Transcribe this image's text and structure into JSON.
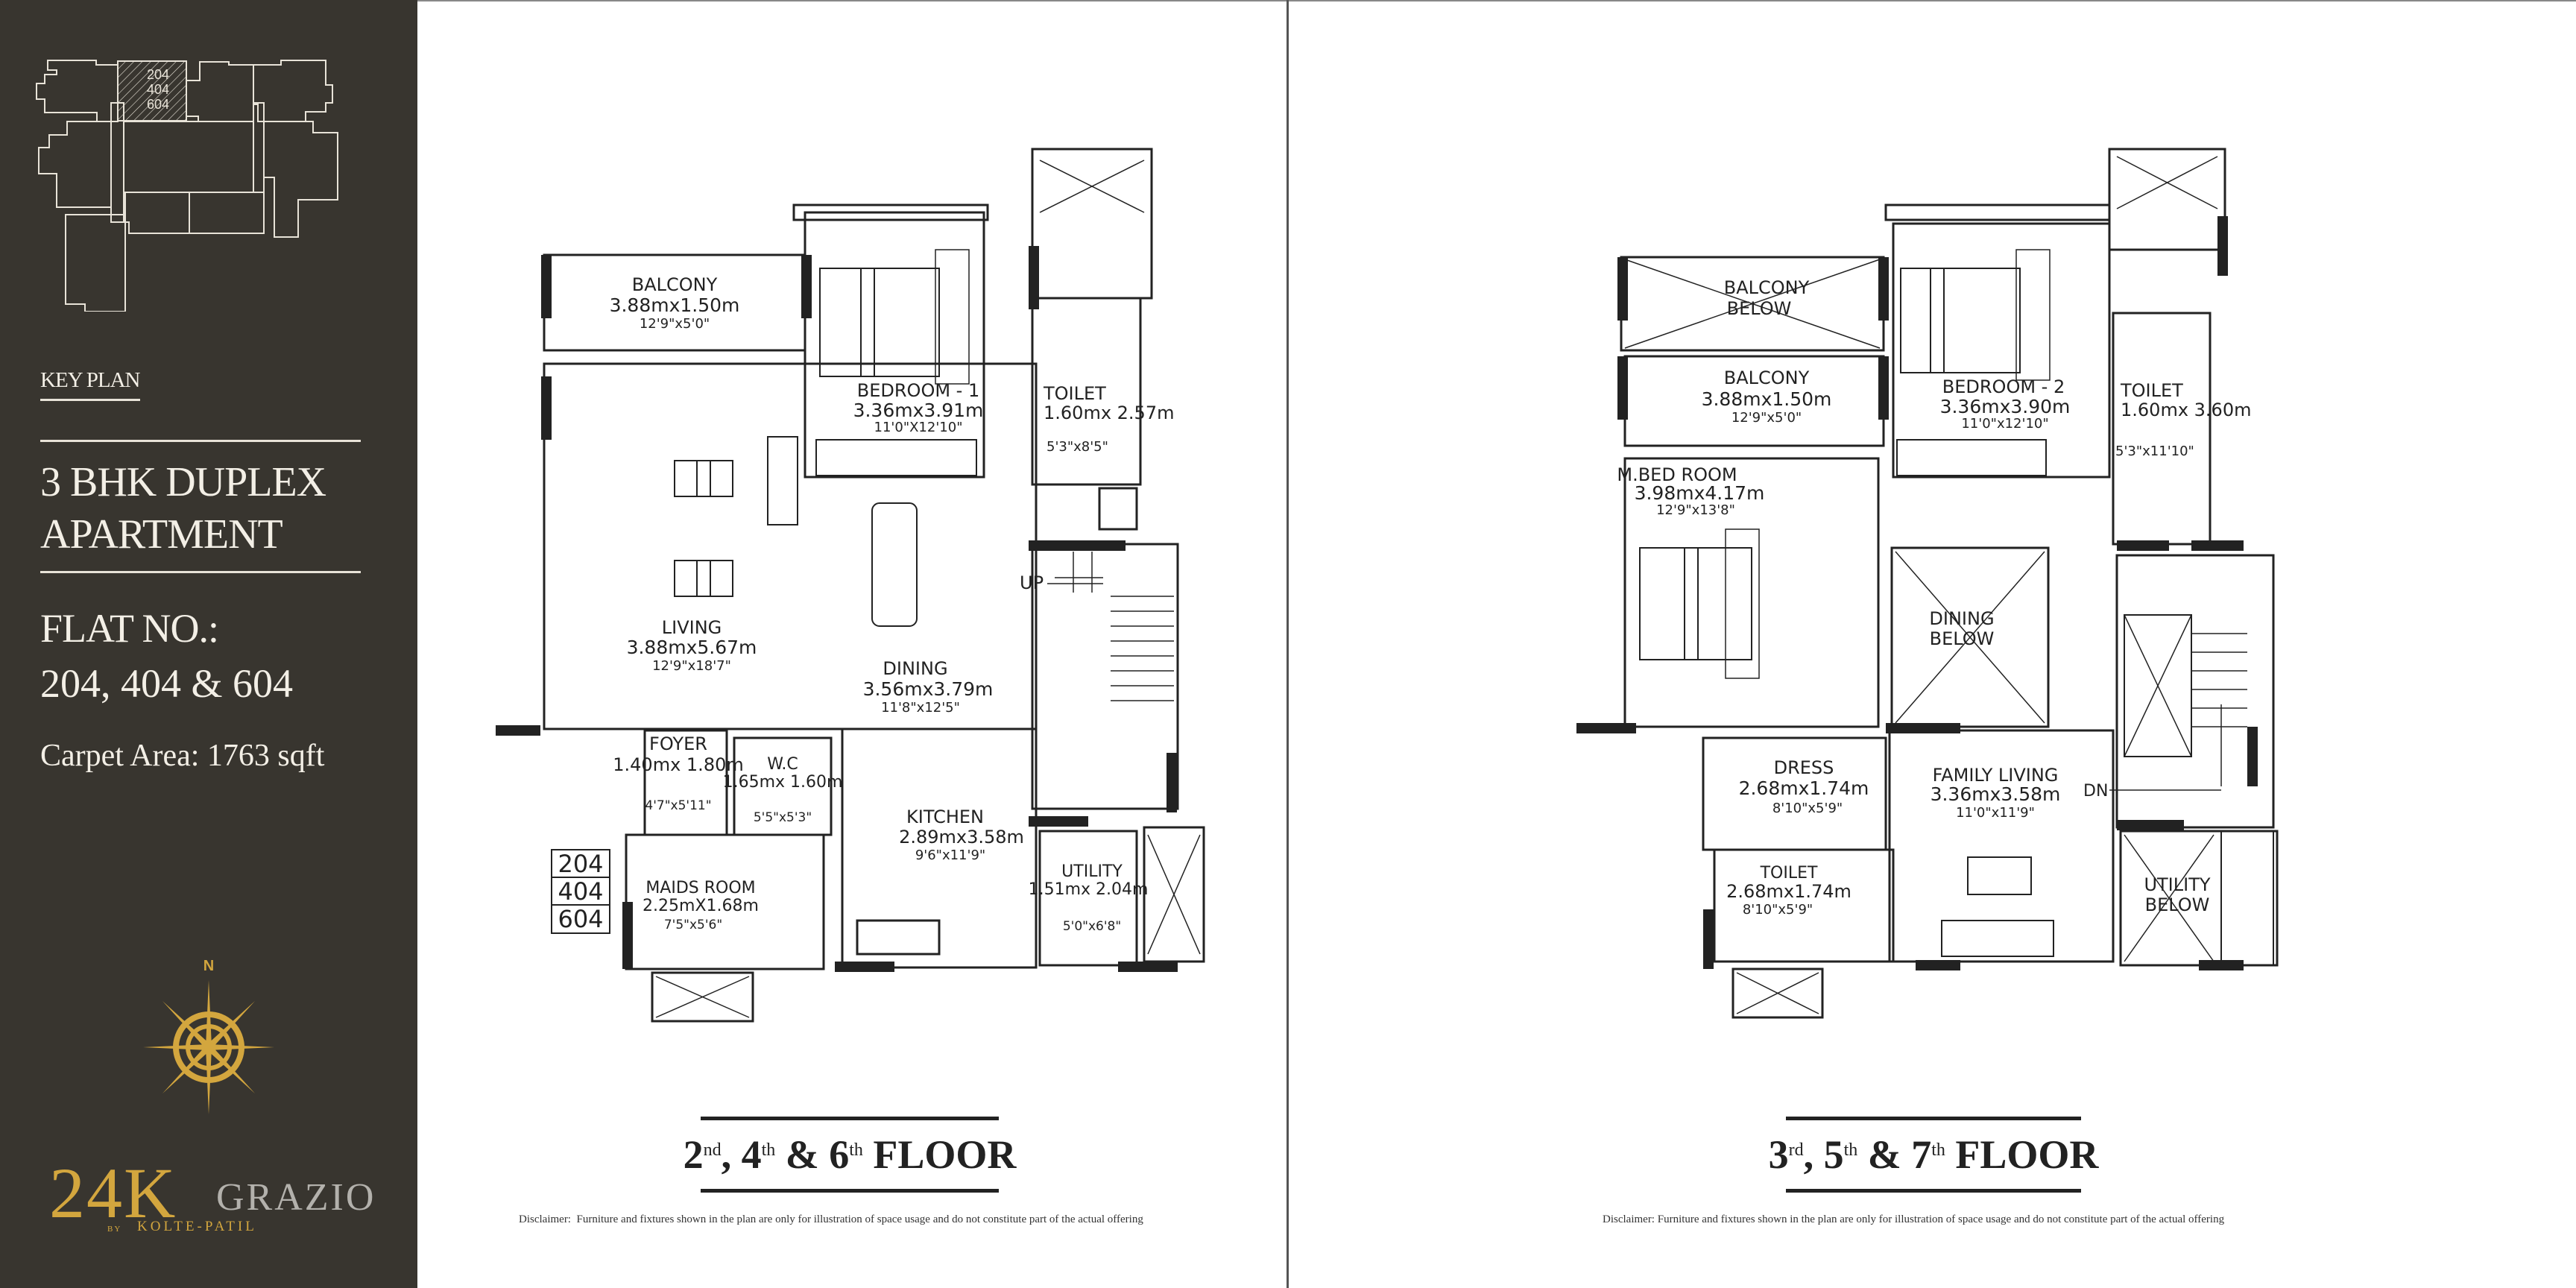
{
  "sidebar": {
    "key_plan": {
      "title": "KEY PLAN",
      "highlight_units": [
        "204",
        "404",
        "604"
      ]
    },
    "apartment_type_line1": "3 BHK DUPLEX",
    "apartment_type_line2": "APARTMENT",
    "flat_label": "FLAT NO.:",
    "flat_numbers": "204, 404 & 604",
    "carpet_area": "Carpet Area: 1763 sqft",
    "compass": {
      "north_label": "N",
      "icon": "compass-rose-icon"
    },
    "brand": {
      "name_number": "24K",
      "name_word": "GRAZIO",
      "by": "BY",
      "developer": "KOLTE-PATIL",
      "colors": {
        "gold": "#d3a63e",
        "grey": "#b3b1ac",
        "background": "#38352f"
      }
    }
  },
  "plans": [
    {
      "id": "lower",
      "floor_title": {
        "parts": [
          {
            "n": "2",
            "s": "nd"
          },
          {
            "n": "4",
            "s": "th"
          },
          {
            "n": "6",
            "s": "th"
          }
        ],
        "sep1": ",",
        "sep2": "&",
        "word": "FLOOR"
      },
      "unit_tag": [
        "204",
        "404",
        "604"
      ],
      "stair_label": "UP",
      "rooms": [
        {
          "name": "BALCONY",
          "metric": "3.88mx1.50m",
          "imperial": "12'9\"x5'0\""
        },
        {
          "name": "BEDROOM - 1",
          "metric": "3.36mx3.91m",
          "imperial": "11'0\"X12'10\""
        },
        {
          "name": "TOILET",
          "metric": "1.60mx 2.57m",
          "imperial": "5'3\"x8'5\""
        },
        {
          "name": "LIVING",
          "metric": "3.88mx5.67m",
          "imperial": "12'9\"x18'7\""
        },
        {
          "name": "DINING",
          "metric": "3.56mx3.79m",
          "imperial": "11'8\"x12'5\""
        },
        {
          "name": "FOYER",
          "metric": "1.40mx 1.80m",
          "imperial": "4'7\"x5'11\""
        },
        {
          "name": "W.C",
          "metric": "1.65mx 1.60m",
          "imperial": "5'5\"x5'3\""
        },
        {
          "name": "KITCHEN",
          "metric": "2.89mx3.58m",
          "imperial": "9'6\"x11'9\""
        },
        {
          "name": "MAIDS ROOM",
          "metric": "2.25mX1.68m",
          "imperial": "7'5\"x5'6\""
        },
        {
          "name": "UTILITY",
          "metric": "1.51mx 2.04m",
          "imperial": "5'0\"x6'8\""
        }
      ]
    },
    {
      "id": "upper",
      "floor_title": {
        "parts": [
          {
            "n": "3",
            "s": "rd"
          },
          {
            "n": "5",
            "s": "th"
          },
          {
            "n": "7",
            "s": "th"
          }
        ],
        "sep1": ",",
        "sep2": "&",
        "word": "FLOOR"
      },
      "stair_label": "DN",
      "rooms": [
        {
          "name": "BALCONY BELOW",
          "metric": "",
          "imperial": ""
        },
        {
          "name": "BALCONY",
          "metric": "3.88mx1.50m",
          "imperial": "12'9\"x5'0\""
        },
        {
          "name": "BEDROOM - 2",
          "metric": "3.36mx3.90m",
          "imperial": "11'0\"x12'10\""
        },
        {
          "name": "TOILET",
          "metric": "1.60mx 3.60m",
          "imperial": "5'3\"x11'10\""
        },
        {
          "name": "M.BED ROOM",
          "metric": "3.98mx4.17m",
          "imperial": "12'9\"x13'8\""
        },
        {
          "name": "DINING BELOW",
          "metric": "",
          "imperial": ""
        },
        {
          "name": "DRESS",
          "metric": "2.68mx1.74m",
          "imperial": "8'10\"x5'9\""
        },
        {
          "name": "FAMILY LIVING",
          "metric": "3.36mx3.58m",
          "imperial": "11'0\"x11'9\""
        },
        {
          "name": "TOILET",
          "metric": "2.68mx1.74m",
          "imperial": "8'10\"x5'9\""
        },
        {
          "name": "UTILITY BELOW",
          "metric": "",
          "imperial": ""
        }
      ]
    }
  ],
  "disclaimer": {
    "label": "Disclaimer:",
    "text": "Furniture and fixtures shown in the plan are only for illustration of space usage and do not constitute part of the actual offering"
  }
}
